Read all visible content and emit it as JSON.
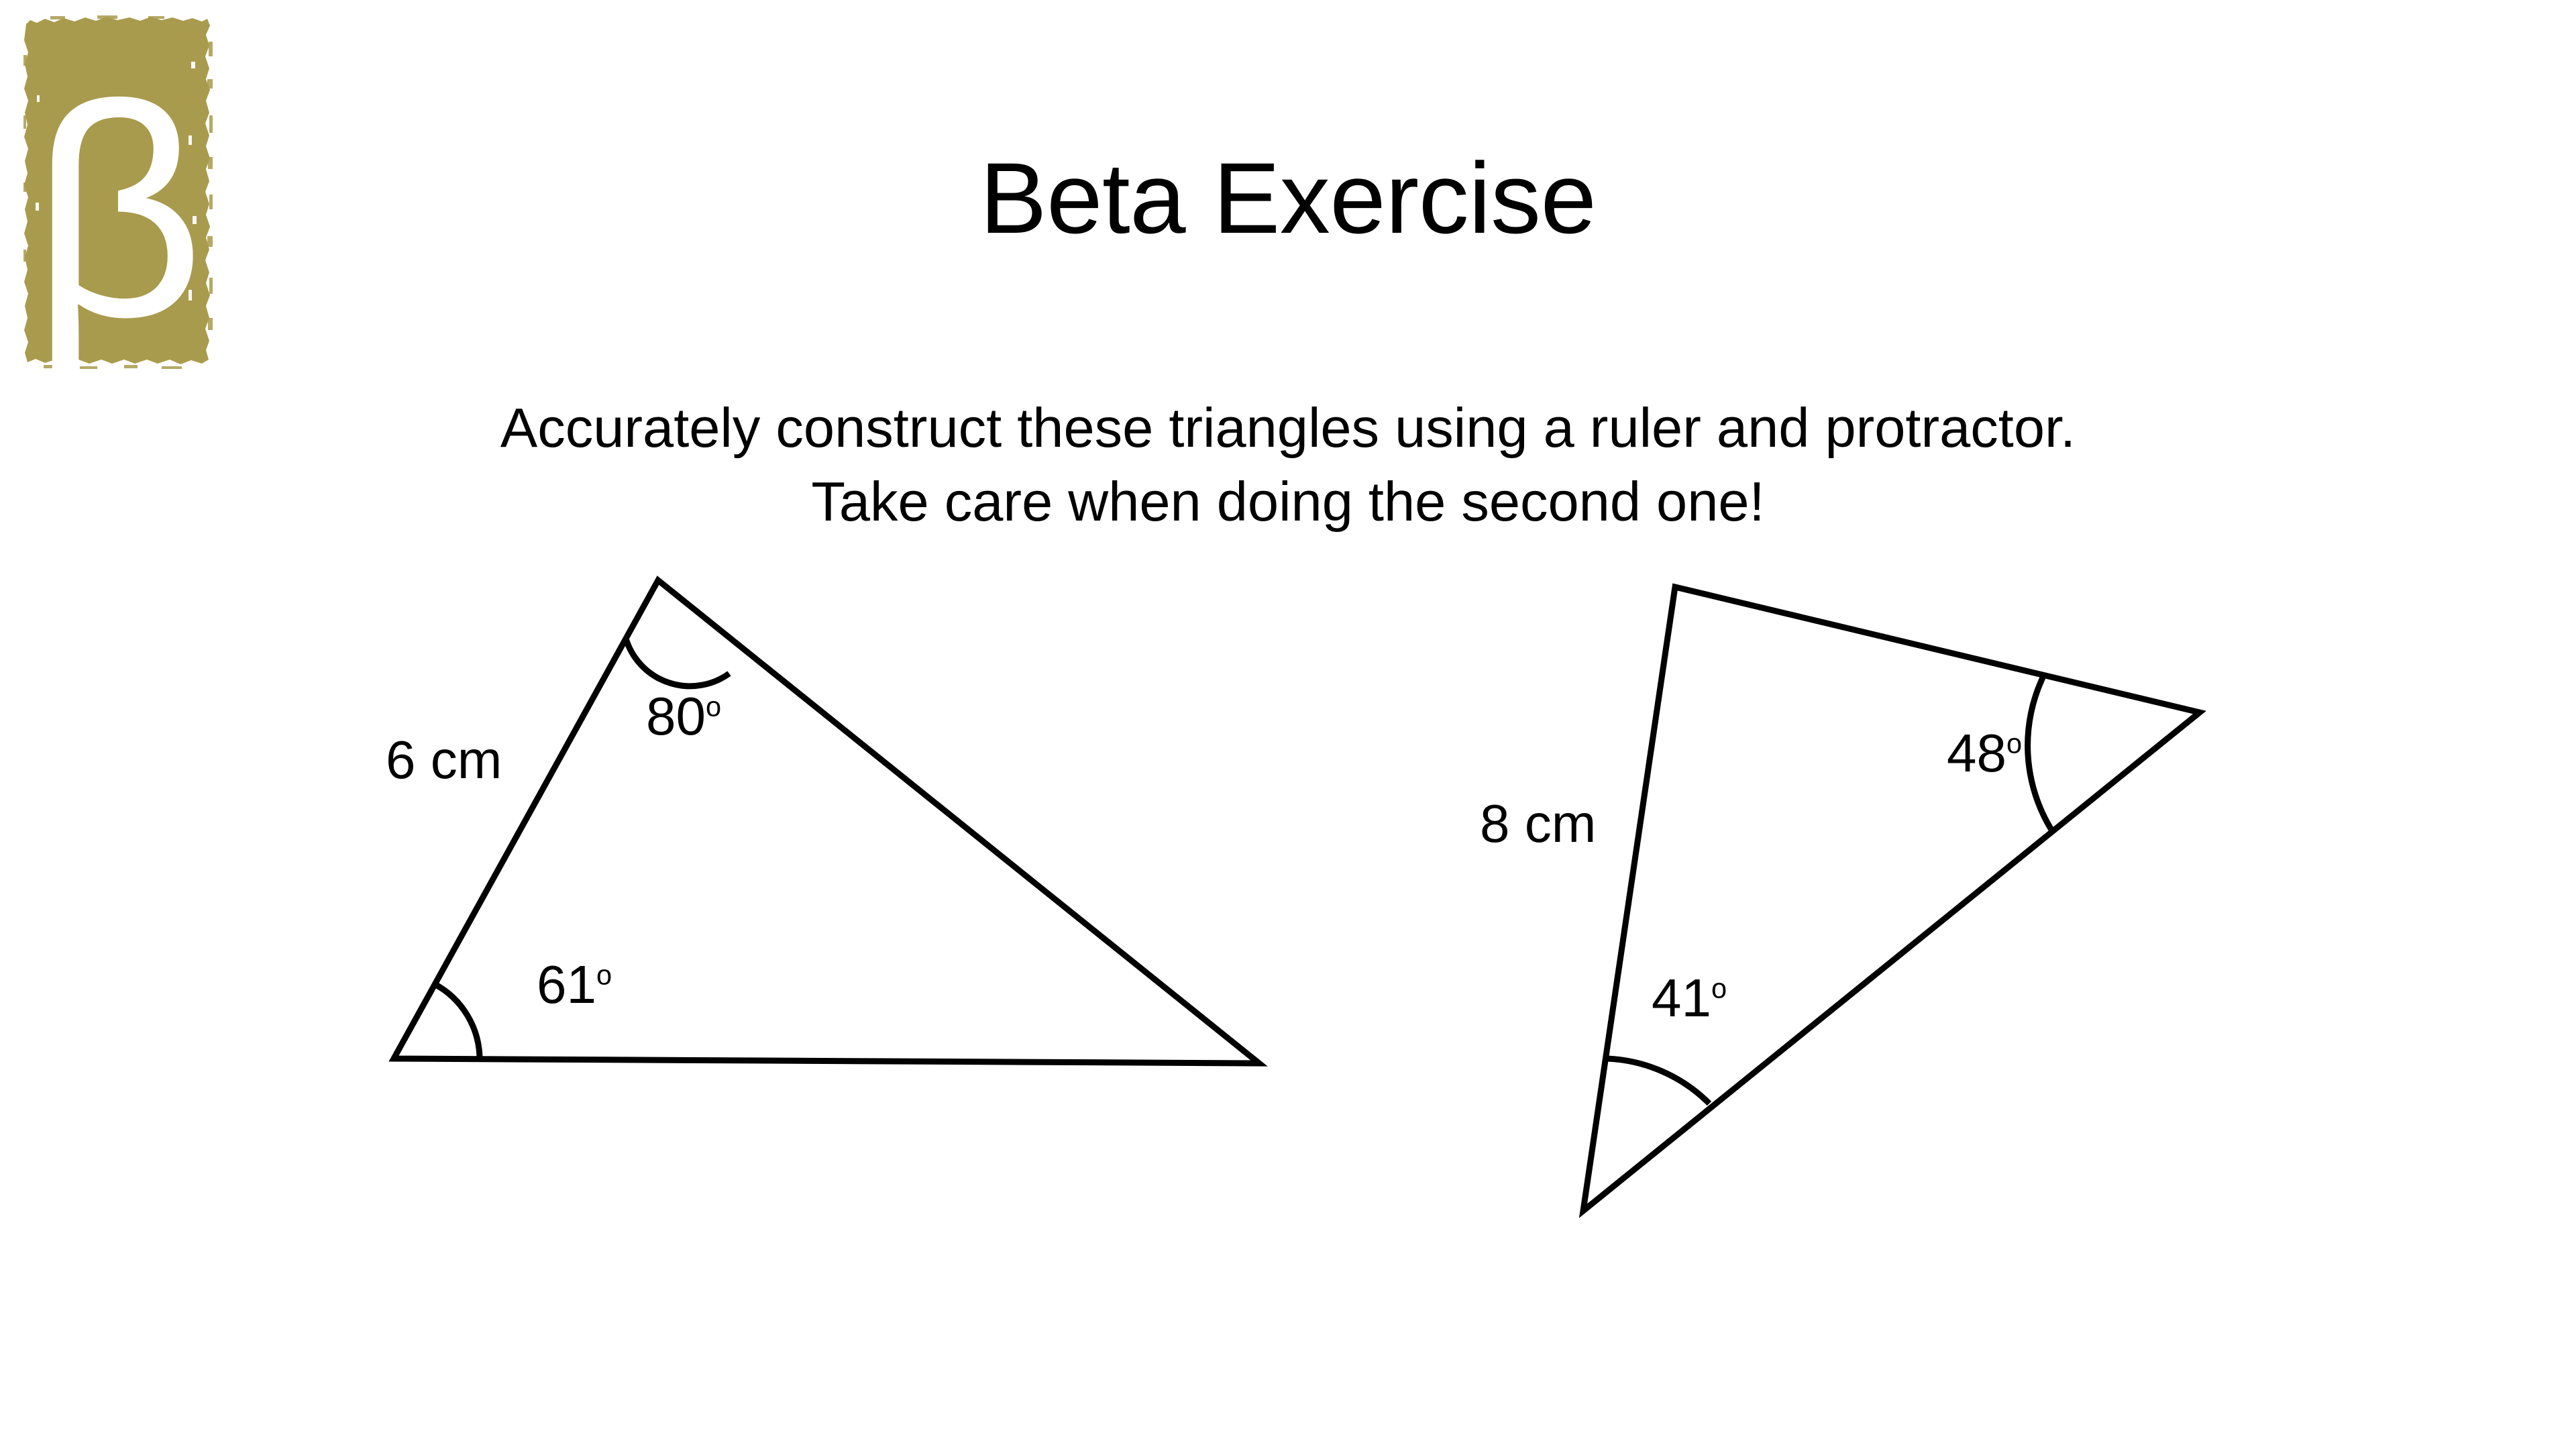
{
  "slide": {
    "title": "Beta Exercise",
    "subtitle": "Accurately construct these triangles using a ruler and protractor. Take care when doing the second one!",
    "background_color": "#ffffff",
    "stroke_color": "#000000"
  },
  "logo": {
    "glyph": "β",
    "name": "beta-logo",
    "background_color": "#a99b4d",
    "glyph_color": "#ffffff"
  },
  "figures": [
    {
      "name": "triangle-one",
      "labels": {
        "side_left": "6 cm",
        "angle_apex": "80",
        "angle_apex_unit": "o",
        "angle_base_left": "61",
        "angle_base_left_unit": "o"
      }
    },
    {
      "name": "triangle-two",
      "labels": {
        "side_left": "8 cm",
        "angle_right": "48",
        "angle_right_unit": "o",
        "angle_base_left": "41",
        "angle_base_left_unit": "o"
      }
    }
  ]
}
